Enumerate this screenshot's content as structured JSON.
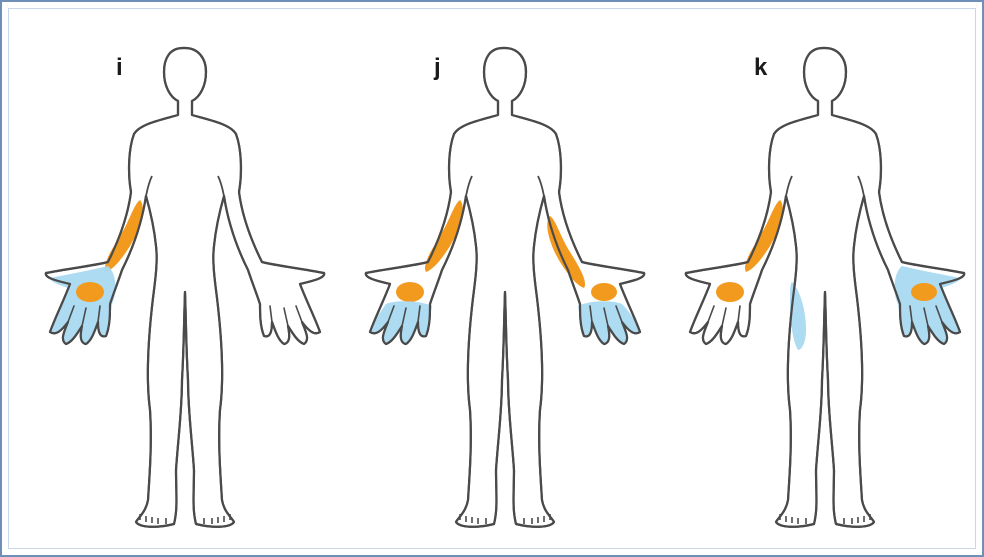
{
  "panels": [
    {
      "label": "i",
      "regions": [
        {
          "name": "right-forearm-orange-strip",
          "kind": "strip",
          "color": "orange"
        },
        {
          "name": "right-palm-blue-area",
          "kind": "palm",
          "color": "blue"
        },
        {
          "name": "right-palm-orange-spot",
          "kind": "spot",
          "color": "orange"
        }
      ]
    },
    {
      "label": "j",
      "regions": [
        {
          "name": "right-forearm-orange-strip",
          "kind": "strip",
          "color": "orange"
        },
        {
          "name": "right-palm-orange-spot",
          "kind": "spot",
          "color": "orange"
        },
        {
          "name": "right-fingers-blue",
          "kind": "fingers",
          "color": "blue"
        },
        {
          "name": "left-forearm-orange-strip",
          "kind": "strip",
          "color": "orange"
        },
        {
          "name": "left-palm-orange-spot",
          "kind": "spot",
          "color": "orange"
        },
        {
          "name": "left-fingers-blue",
          "kind": "fingers",
          "color": "blue"
        }
      ]
    },
    {
      "label": "k",
      "regions": [
        {
          "name": "right-forearm-orange-strip",
          "kind": "strip",
          "color": "orange"
        },
        {
          "name": "right-palm-orange-spot",
          "kind": "spot",
          "color": "orange"
        },
        {
          "name": "right-thigh-blue-patch",
          "kind": "thigh",
          "color": "blue"
        },
        {
          "name": "left-palm-blue-area",
          "kind": "palm",
          "color": "blue"
        },
        {
          "name": "left-palm-orange-spot",
          "kind": "spot",
          "color": "orange"
        }
      ]
    }
  ],
  "colors": {
    "orange": "#f29a1e",
    "blue": "#a9d9f0",
    "outline": "#4a4a4a",
    "frame": "#6f8fb8"
  }
}
